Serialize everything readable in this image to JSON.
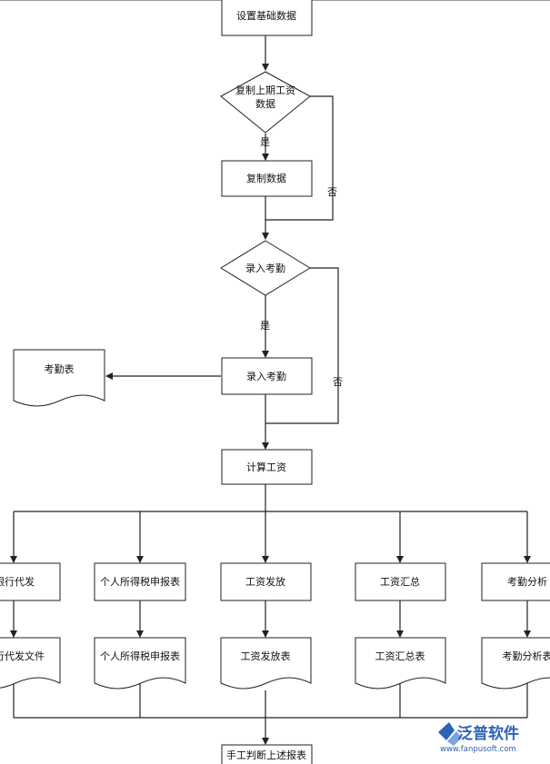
{
  "nodes": {
    "set_basic_data": "设置基础数据",
    "copy_last_salary_q1": "复制上期工资",
    "copy_last_salary_q2": "数据",
    "copy_data": "复制数据",
    "attendance_decision": "录入考勤",
    "attendance_entry": "录入考勤",
    "attendance_sheet": "考勤表",
    "calc_salary": "计算工资",
    "bank_payment": "银行代发",
    "income_tax": "个人所得税申报表",
    "salary_payout": "工资发放",
    "salary_summary": "工资汇总",
    "attendance_analysis": "考勤分析",
    "bank_payment_file": "银行代发文件",
    "income_tax_report": "个人所得税申报表",
    "salary_payout_sheet": "工资发放表",
    "salary_summary_sheet": "工资汇总表",
    "attendance_analysis_sheet": "考勤分析表",
    "manual_judgement": "手工判断上述报表"
  },
  "edge_labels": {
    "yes_1": "是",
    "no_1": "否",
    "yes_2": "是",
    "no_2": "否"
  },
  "logo": {
    "name": "泛普软件",
    "url": "www.fanpusoft.com"
  },
  "colors": {
    "line": "#222222",
    "logo": "#2d63b5"
  }
}
